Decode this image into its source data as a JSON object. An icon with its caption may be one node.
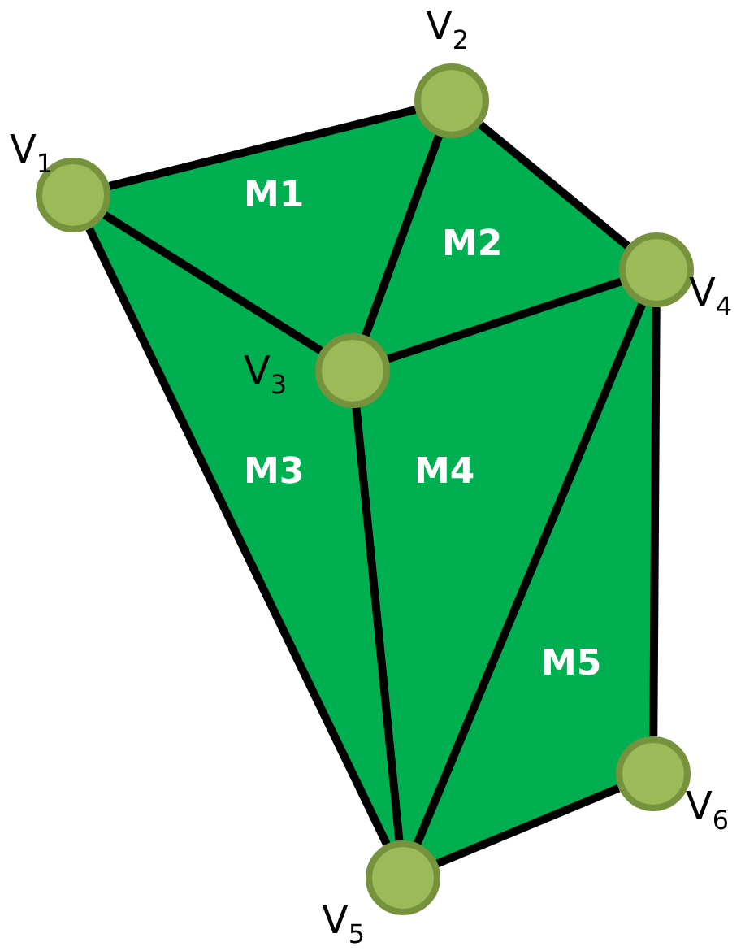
{
  "diagram": {
    "nodes": [
      {
        "text": [],
        "shape": "circle",
        "beside": [
          "V$_{1}$"
        ]
      },
      {
        "text": [],
        "shape": "circle",
        "beside": [
          "V$_{2}$"
        ]
      },
      {
        "text": [],
        "shape": "circle",
        "beside": [
          "V$_{3}$"
        ]
      },
      {
        "text": [],
        "shape": "circle",
        "beside": [
          "V$_{4}$"
        ]
      },
      {
        "text": [],
        "shape": "circle",
        "beside": [
          "V$_{5}$"
        ]
      },
      {
        "text": [],
        "shape": "circle",
        "beside": [
          "V$_{6}$"
        ]
      }
    ],
    "edges": [
      {
        "from": 0,
        "to": 1,
        "arrow": "none"
      },
      {
        "from": 1,
        "to": 3,
        "arrow": "none"
      },
      {
        "from": 0,
        "to": 2,
        "arrow": "none"
      },
      {
        "from": 1,
        "to": 2,
        "arrow": "none"
      },
      {
        "from": 2,
        "to": 3,
        "arrow": "none"
      },
      {
        "from": 0,
        "to": 4,
        "arrow": "none"
      },
      {
        "from": 2,
        "to": 4,
        "arrow": "none"
      },
      {
        "from": 3,
        "to": 4,
        "arrow": "none"
      },
      {
        "from": 3,
        "to": 5,
        "arrow": "none"
      },
      {
        "from": 4,
        "to": 5,
        "arrow": "none"
      }
    ],
    "labels": [
      "M1",
      "M2",
      "M3",
      "M4",
      "M5"
    ]
  }
}
